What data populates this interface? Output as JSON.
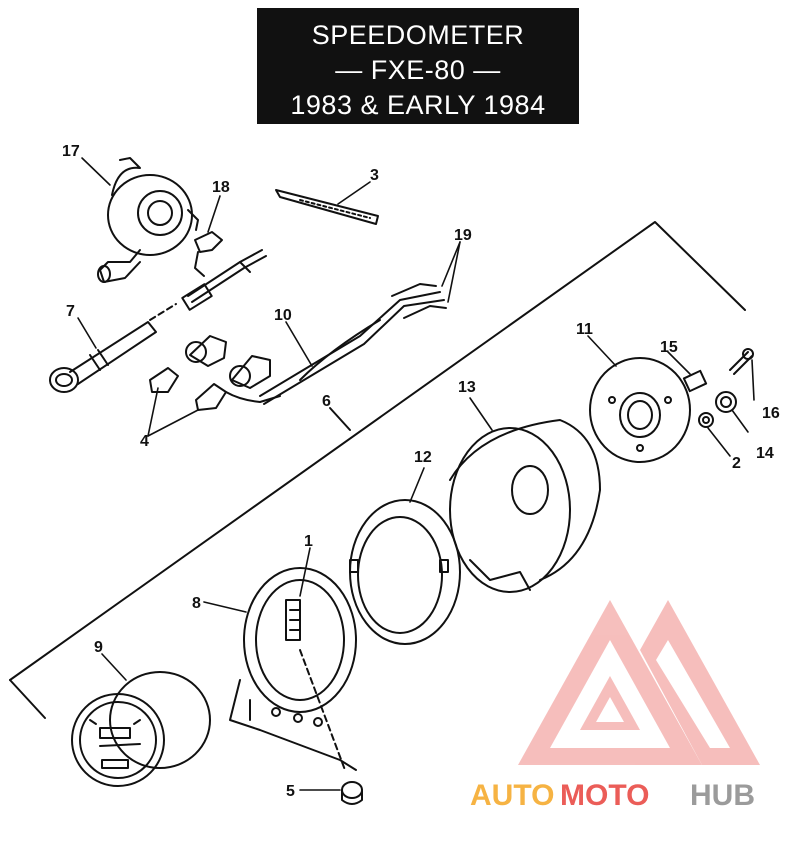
{
  "title": {
    "line1": "SPEEDOMETER",
    "line2": "— FXE-80 —",
    "line3": "1983 & EARLY 1984"
  },
  "callouts": {
    "c1": "1",
    "c2": "2",
    "c3": "3",
    "c4": "4",
    "c5": "5",
    "c6": "6",
    "c7": "7",
    "c8": "8",
    "c9": "9",
    "c10": "10",
    "c11": "11",
    "c12": "12",
    "c13": "13",
    "c14": "14",
    "c15": "15",
    "c16": "16",
    "c17": "17",
    "c18": "18",
    "c19": "19"
  },
  "watermark": {
    "part1": "AUTO",
    "part2": "MOTO",
    "part3": "HUB",
    "color_red": "#e8413c",
    "color_orange": "#f5a623",
    "color_gray": "#8a8a8a"
  },
  "colors": {
    "ink": "#111111",
    "paper": "#ffffff"
  }
}
